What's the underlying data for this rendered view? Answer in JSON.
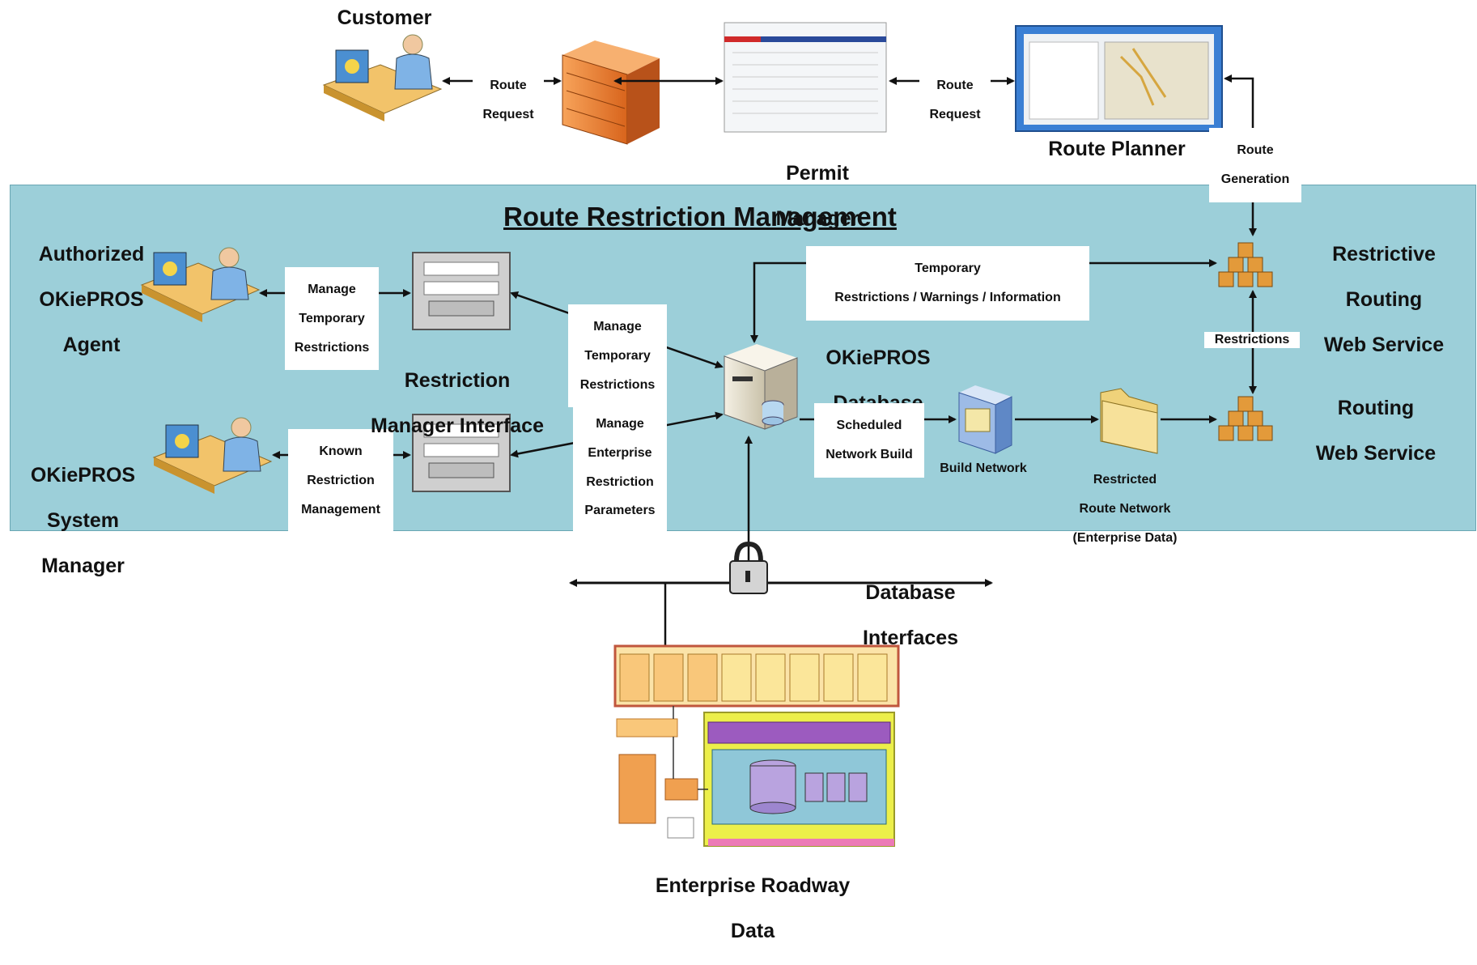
{
  "header": {
    "customer": "Customer",
    "permit_manager": [
      "Permit",
      "Manager"
    ],
    "route_planner": "Route Planner",
    "route_request_1": [
      "Route",
      "Request"
    ],
    "route_request_2": [
      "Route",
      "Request"
    ],
    "route_generation": [
      "Route",
      "Generation"
    ]
  },
  "panel": {
    "title": "Route Restriction Management",
    "authorized_agent": [
      "Authorized",
      "OKiePROS",
      "Agent"
    ],
    "system_manager": [
      "OKiePROS",
      "System",
      "Manager"
    ],
    "manage_temp_left": [
      "Manage",
      "Temporary",
      "Restrictions"
    ],
    "known_restriction": [
      "Known",
      "Restriction",
      "Management"
    ],
    "restriction_manager_interface": [
      "Restriction",
      "Manager Interface"
    ],
    "manage_temp_center": [
      "Manage",
      "Temporary",
      "Restrictions"
    ],
    "manage_enterprise": [
      "Manage",
      "Enterprise",
      "Restriction",
      "Parameters"
    ],
    "database": [
      "OKiePROS",
      "Database"
    ],
    "temp_restrictions": [
      "Temporary",
      "Restrictions / Warnings / Information"
    ],
    "scheduled_build": [
      "Scheduled",
      "Network Build"
    ],
    "build_network": "Build Network",
    "restricted_route_network": [
      "Restricted",
      "Route Network",
      "(Enterprise Data)"
    ],
    "restrictions": "Restrictions",
    "restrictive_service": [
      "Restrictive",
      "Routing",
      "Web Service"
    ],
    "routing_service": [
      "Routing",
      "Web Service"
    ]
  },
  "bottom": {
    "database_interfaces": [
      "Database",
      "Interfaces"
    ],
    "enterprise_roadway_data": [
      "Enterprise Roadway",
      "Data"
    ]
  },
  "colors": {
    "panel": "#9ccfd9",
    "firewall": "#f08a3c",
    "cubes": "#e39a3a",
    "folder": "#efd27a"
  }
}
